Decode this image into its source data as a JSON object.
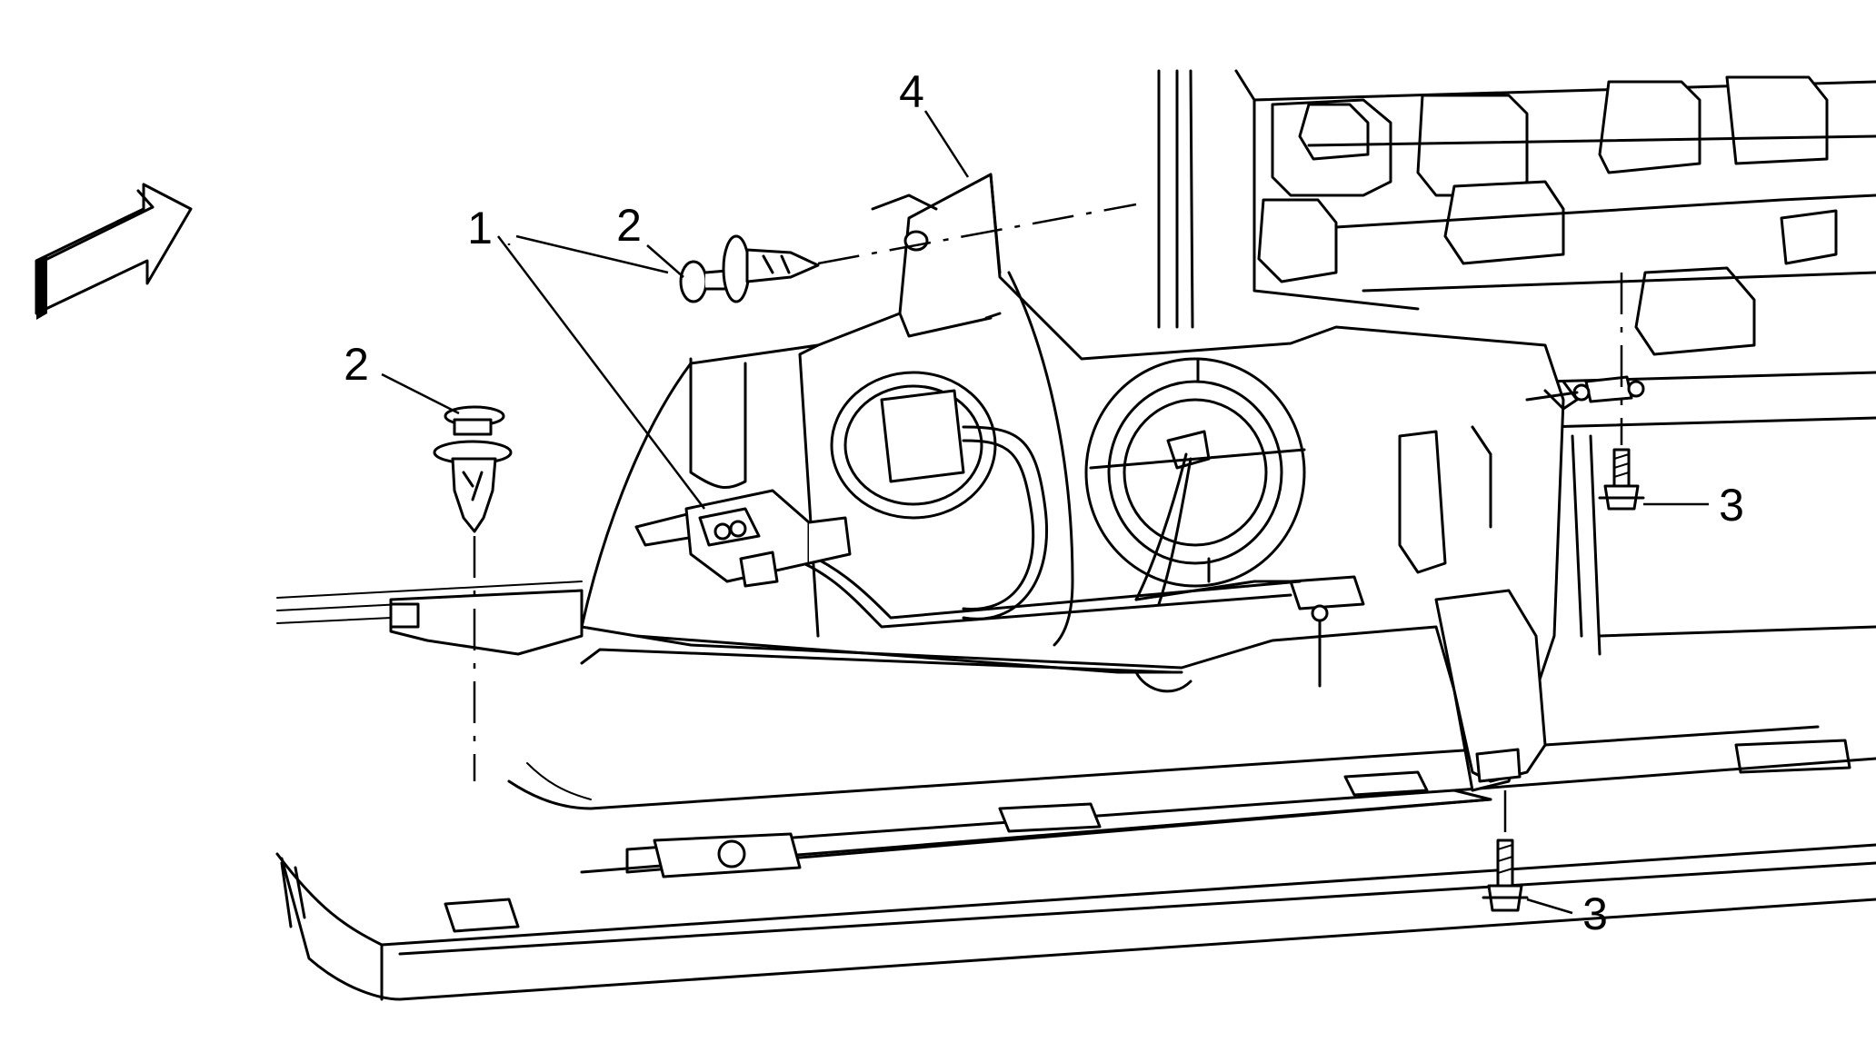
{
  "callouts": {
    "c1": "1",
    "c2a": "2",
    "c2b": "2",
    "c3a": "3",
    "c3b": "3",
    "c4": "4"
  },
  "icons": {
    "direction_arrow": "view-direction-arrow-icon"
  },
  "colors": {
    "line": "#000000",
    "background": "#ffffff"
  }
}
